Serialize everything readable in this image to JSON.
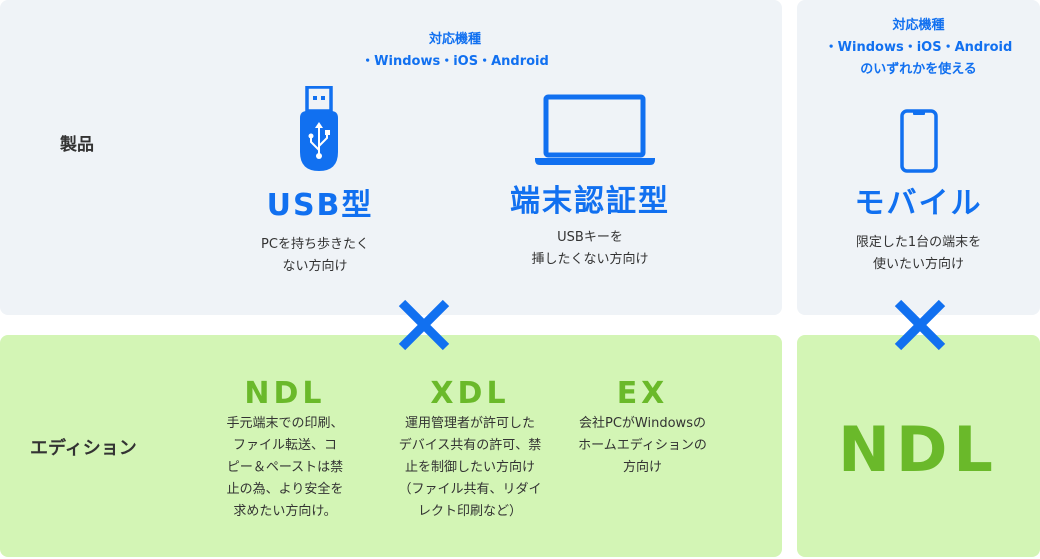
{
  "products": {
    "label": "製品",
    "supported_title": "対応機種",
    "supported_os": "・Windows・iOS・Android",
    "usb": {
      "title": "USB型",
      "desc1": "PCを持ち歩きたく",
      "desc2": "ない方向け"
    },
    "terminal": {
      "title": "端末認証型",
      "desc1": "USBキーを",
      "desc2": "挿したくない方向け"
    }
  },
  "mobile": {
    "supported_title": "対応機種",
    "supported_os": "・Windows・iOS・Android",
    "supported_note": "のいずれかを使える",
    "title": "モバイル",
    "desc1": "限定した1台の端末を",
    "desc2": "使いたい方向け"
  },
  "editions": {
    "label": "エディション",
    "items": [
      {
        "name": "NDL",
        "lines": [
          "手元端末での印刷、",
          "ファイル転送、コ",
          "ピー＆ペーストは禁",
          "止の為、より安全を",
          "求めたい方向け。"
        ]
      },
      {
        "name": "XDL",
        "lines": [
          "運用管理者が許可した",
          "デバイス共有の許可、禁",
          "止を制御したい方向け",
          "（ファイル共有、リダイ",
          "レクト印刷など）"
        ]
      },
      {
        "name": "EX",
        "lines": [
          "会社PCがWindowsの",
          "ホームエディションの",
          "方向け"
        ]
      }
    ],
    "mobile_edition": "NDL"
  },
  "colors": {
    "blue": "#1170f0",
    "green": "#6ab92a",
    "panel": "#eff3f7",
    "green_panel": "#d3f5b5"
  }
}
